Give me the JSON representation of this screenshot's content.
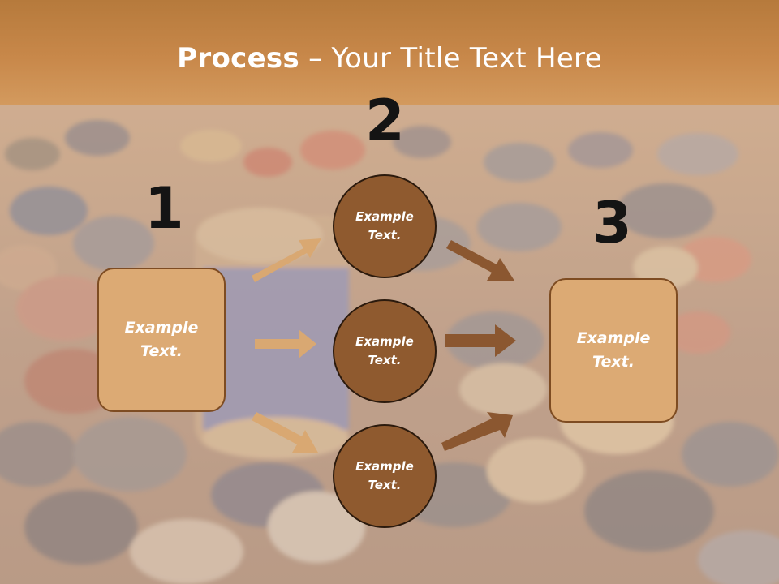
{
  "slide": {
    "title_bold": "Process",
    "title_rest": " – Your Title Text Here"
  },
  "steps": [
    {
      "number": "1",
      "line1": "Example",
      "line2": "Text."
    },
    {
      "number": "2",
      "circles": [
        {
          "line1": "Example",
          "line2": "Text."
        },
        {
          "line1": "Example",
          "line2": "Text."
        },
        {
          "line1": "Example",
          "line2": "Text."
        }
      ]
    },
    {
      "number": "3",
      "line1": "Example",
      "line2": "Text."
    }
  ],
  "colors": {
    "header": "#c8884a",
    "box_fill": "#dcaa74",
    "circle_fill": "#8f5a2f",
    "arrow_light": "#d9a872",
    "arrow_dark": "#8b5730",
    "number": "#141414"
  }
}
